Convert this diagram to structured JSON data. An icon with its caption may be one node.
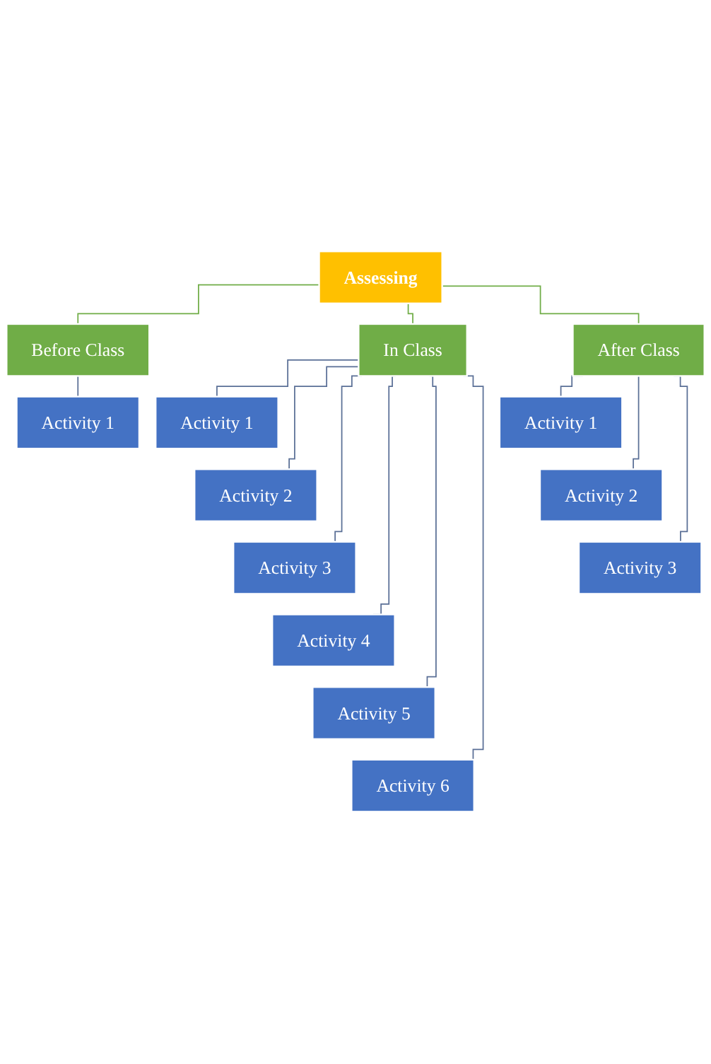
{
  "diagram": {
    "nodes": [
      {
        "text": [
          "Assessing"
        ]
      },
      {
        "text": [
          "Before Class"
        ]
      },
      {
        "text": [
          "In Class"
        ]
      },
      {
        "text": [
          "After Class"
        ]
      },
      {
        "text": [
          "Activity 1"
        ]
      },
      {
        "text": [
          "Activity 1"
        ]
      },
      {
        "text": [
          "Activity 2"
        ]
      },
      {
        "text": [
          "Activity 3"
        ]
      },
      {
        "text": [
          "Activity 4"
        ]
      },
      {
        "text": [
          "Activity 5"
        ]
      },
      {
        "text": [
          "Activity 6"
        ]
      },
      {
        "text": [
          "Activity 1"
        ]
      },
      {
        "text": [
          "Activity 2"
        ]
      },
      {
        "text": [
          "Activity 3"
        ]
      }
    ],
    "edges": [
      {
        "from": 0,
        "to": 1,
        "arrow": "none",
        "color": "#70ad47"
      },
      {
        "from": 0,
        "to": 2,
        "arrow": "none",
        "color": "#70ad47"
      },
      {
        "from": 0,
        "to": 3,
        "arrow": "none",
        "color": "#70ad47"
      },
      {
        "from": 1,
        "to": 4,
        "arrow": "none"
      },
      {
        "from": 2,
        "to": 5,
        "arrow": "none"
      },
      {
        "from": 2,
        "to": 6,
        "arrow": "none"
      },
      {
        "from": 2,
        "to": 7,
        "arrow": "none"
      },
      {
        "from": 2,
        "to": 8,
        "arrow": "none"
      },
      {
        "from": 2,
        "to": 9,
        "arrow": "none"
      },
      {
        "from": 2,
        "to": 10,
        "arrow": "none"
      },
      {
        "from": 3,
        "to": 11,
        "arrow": "none"
      },
      {
        "from": 3,
        "to": 12,
        "arrow": "none"
      },
      {
        "from": 3,
        "to": 13,
        "arrow": "none"
      }
    ]
  }
}
